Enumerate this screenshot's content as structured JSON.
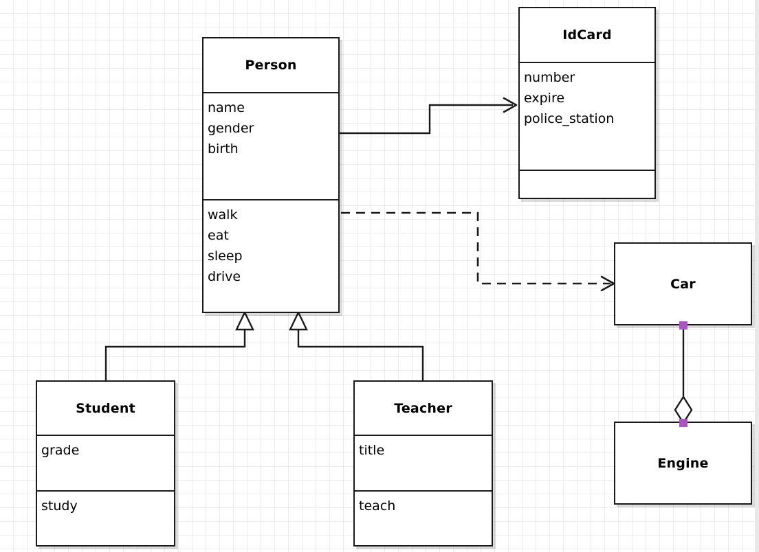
{
  "diagram": {
    "type": "uml-class-diagram",
    "background": "#ffffff",
    "grid_color": "#ececec",
    "line_color": "#1a1a1a",
    "handle_color": "#ab55c0"
  },
  "classes": {
    "person": {
      "name": "Person",
      "attributes": [
        "name",
        "gender",
        "birth"
      ],
      "operations": [
        "walk",
        "eat",
        "sleep",
        "drive"
      ]
    },
    "idcard": {
      "name": "IdCard",
      "attributes": [
        "number",
        "expire",
        "police_station"
      ],
      "operations": []
    },
    "student": {
      "name": "Student",
      "attributes": [
        "grade"
      ],
      "operations": [
        "study"
      ]
    },
    "teacher": {
      "name": "Teacher",
      "attributes": [
        "title"
      ],
      "operations": [
        "teach"
      ]
    },
    "car": {
      "name": "Car",
      "attributes": [],
      "operations": []
    },
    "engine": {
      "name": "Engine",
      "attributes": [],
      "operations": []
    }
  },
  "relationships": [
    {
      "id": "person-idcard",
      "kind": "association",
      "from": "Person",
      "to": "IdCard",
      "line_style": "solid",
      "target_marker": "open-arrow"
    },
    {
      "id": "person-car",
      "kind": "dependency",
      "from": "Person",
      "to": "Car",
      "line_style": "dashed",
      "target_marker": "open-arrow"
    },
    {
      "id": "student-person",
      "kind": "generalization",
      "from": "Student",
      "to": "Person",
      "line_style": "solid",
      "target_marker": "hollow-triangle"
    },
    {
      "id": "teacher-person",
      "kind": "generalization",
      "from": "Teacher",
      "to": "Person",
      "line_style": "solid",
      "target_marker": "hollow-triangle"
    },
    {
      "id": "car-engine",
      "kind": "aggregation",
      "from": "Car",
      "to": "Engine",
      "line_style": "solid",
      "target_marker": "hollow-diamond",
      "selected": true
    }
  ]
}
